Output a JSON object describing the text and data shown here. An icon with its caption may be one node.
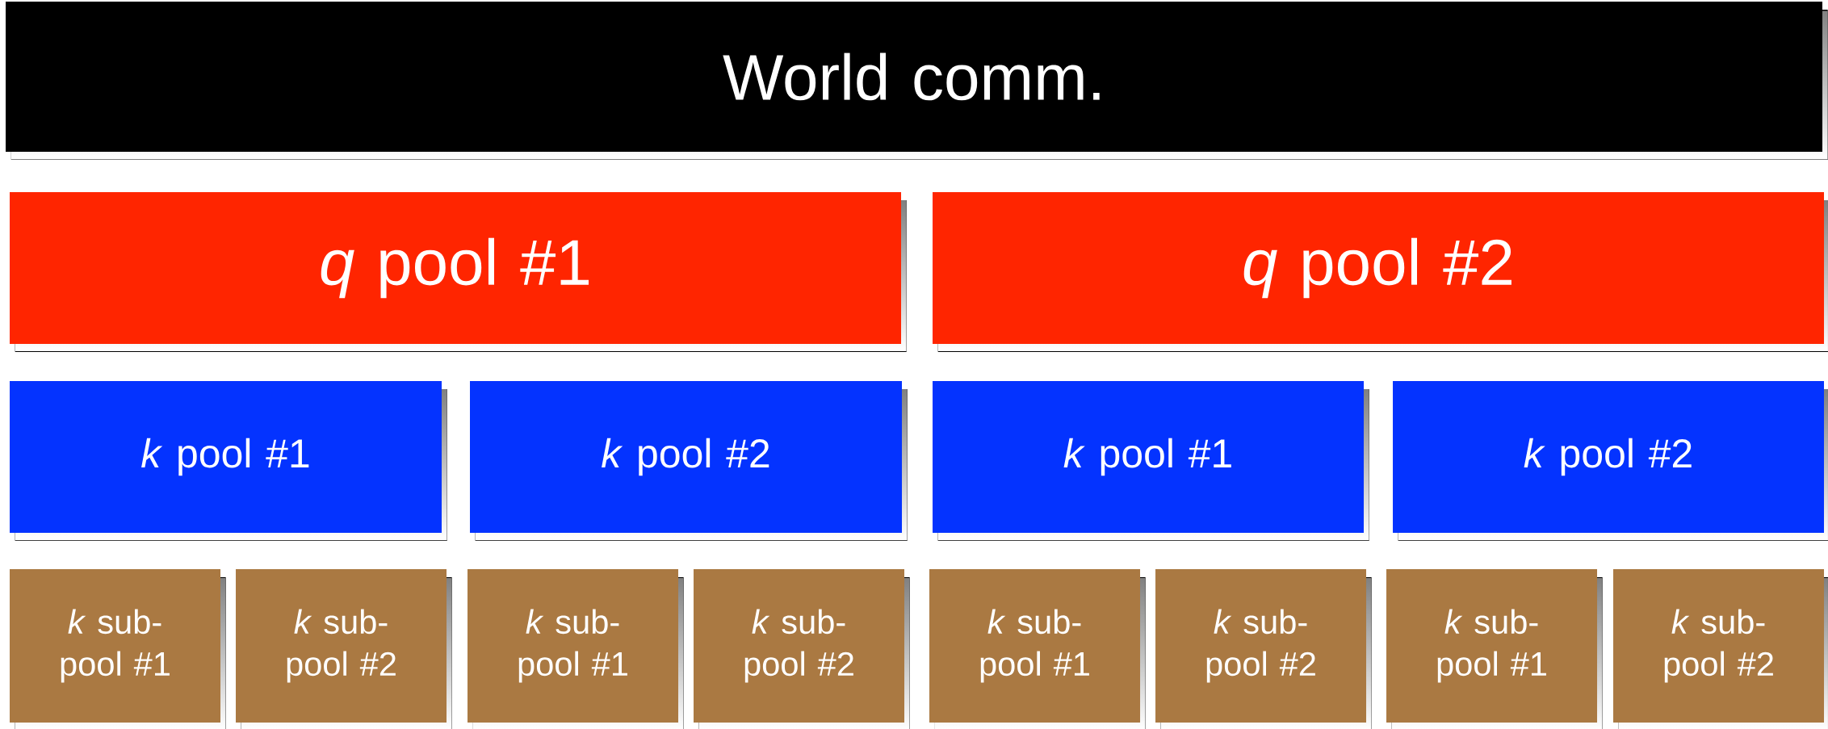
{
  "diagram": {
    "nodes": [
      {
        "text": [
          "World comm."
        ]
      },
      {
        "text": [
          "*q* pool #1"
        ]
      },
      {
        "text": [
          "*q* pool #2"
        ]
      },
      {
        "text": [
          "*k* pool #1"
        ]
      },
      {
        "text": [
          "*k* pool #2"
        ]
      },
      {
        "text": [
          "*k* pool #1"
        ]
      },
      {
        "text": [
          "*k* pool #2"
        ]
      },
      {
        "text": [
          "*k* sub-pool #1"
        ]
      },
      {
        "text": [
          "*k* sub-pool #2"
        ]
      },
      {
        "text": [
          "*k* sub-pool #1"
        ]
      },
      {
        "text": [
          "*k* sub-pool #2"
        ]
      },
      {
        "text": [
          "*k* sub-pool #1"
        ]
      },
      {
        "text": [
          "*k* sub-pool #2"
        ]
      },
      {
        "text": [
          "*k* sub-pool #1"
        ]
      },
      {
        "text": [
          "*k* sub-pool #2"
        ]
      }
    ]
  }
}
